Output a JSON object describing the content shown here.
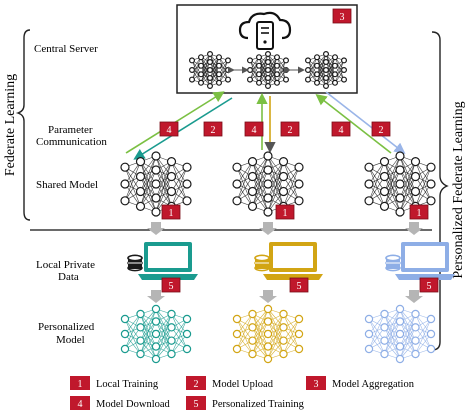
{
  "labels": {
    "central_server": "Central Server",
    "parameter_communication_line1": "Parameter",
    "parameter_communication_line2": "Communication",
    "shared_model": "Shared Model",
    "local_private_data_line1": "Local Private",
    "local_private_data_line2": "Data",
    "personalized_model_line1": "Personalized",
    "personalized_model_line2": "Model",
    "federate_learning": "Federate Learning",
    "personalized_federate_learning": "Personalized Federate Learning"
  },
  "step_badges": {
    "server_aggregation": "3",
    "client_download": "4",
    "client_upload": "2",
    "local_training": "1",
    "personalized_training": "5"
  },
  "legend": [
    {
      "num": "1",
      "label": "Local Training"
    },
    {
      "num": "2",
      "label": "Model Upload"
    },
    {
      "num": "3",
      "label": "Model Aggregation"
    },
    {
      "num": "4",
      "label": "Model Download"
    },
    {
      "num": "5",
      "label": "Personalized Training"
    }
  ],
  "colors": {
    "badge_fill": "#c0182c",
    "client1": "#1a9b8f",
    "client2": "#d2a514",
    "client3": "#8eaee6",
    "upload_arrow": "#7bc043",
    "download_arrow_client3": "#9ab5e8",
    "network_dark": "#1a1a1a",
    "gray_arrow": "#b5b5b5"
  },
  "icons": {
    "server": "cloud-server-icon",
    "database": "database-icon",
    "laptop": "laptop-icon",
    "neural_network": "neural-network-icon"
  }
}
